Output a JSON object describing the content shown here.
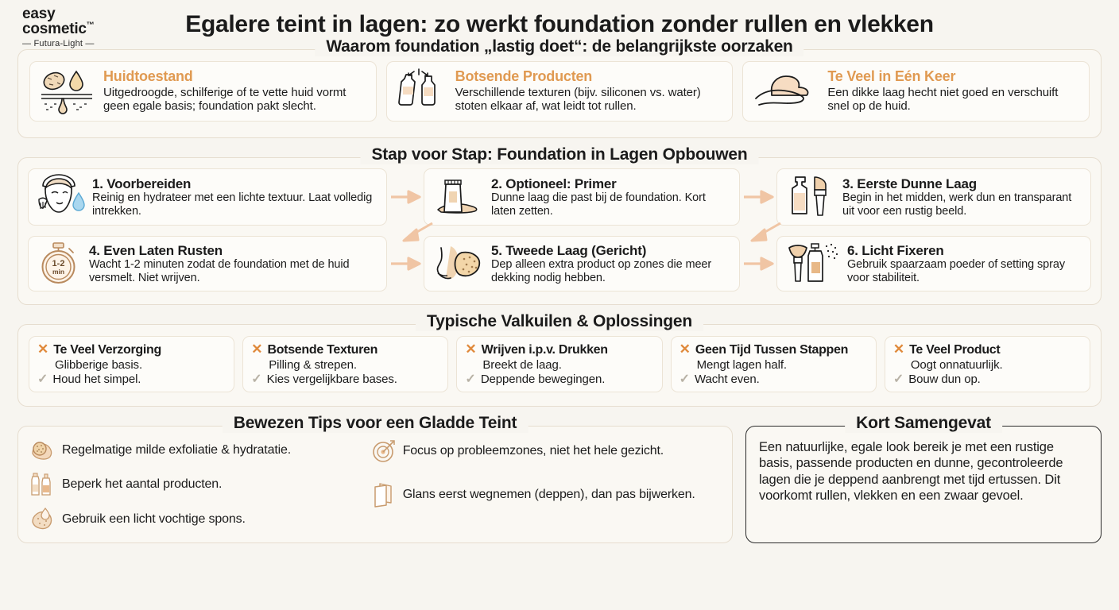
{
  "brand": {
    "line1": "easy",
    "line2": "cosmetic",
    "tm": "™",
    "tagline": "— Futura-Light —"
  },
  "title": "Egalere teint in lagen: zo werkt foundation zonder rullen en vlekken",
  "colors": {
    "background": "#f7f5f0",
    "panel": "#faf8f3",
    "card": "#fdfcf9",
    "accent_orange": "#e09a52",
    "arrow": "#f0c5a4",
    "check_gray": "#b8b2a6",
    "border": "#e6ddcf",
    "text": "#1b1b1b"
  },
  "causes": {
    "heading": "Waarom foundation „lastig doet“: de belangrijkste oorzaken",
    "items": [
      {
        "icon": "skin-condition-icon",
        "title": "Huidtoestand",
        "body": "Uitgedroogde, schilferige of te vette huid vormt geen egale basis; foundation pakt slecht."
      },
      {
        "icon": "clashing-products-icon",
        "title": "Botsende Producten",
        "body": "Verschillende texturen (bijv. siliconen vs. water) stoten elkaar af, wat leidt tot rullen."
      },
      {
        "icon": "too-much-at-once-icon",
        "title": "Te Veel in Eén Keer",
        "body": "Een dikke laag hecht niet goed en verschuift snel op de huid."
      }
    ]
  },
  "steps": {
    "heading": "Stap voor Stap: Foundation in Lagen Opbouwen",
    "items": [
      {
        "icon": "cleanse-face-icon",
        "title": "1. Voorbereiden",
        "body": "Reinig en hydrateer met een lichte textuur. Laat volledig intrekken."
      },
      {
        "icon": "primer-tube-icon",
        "title": "2. Optioneel: Primer",
        "body": "Dunne laag die past bij de foundation. Kort laten zetten."
      },
      {
        "icon": "foundation-brush-icon",
        "title": "3. Eerste Dunne Laag",
        "body": "Begin in het midden, werk dun en transparant uit voor een rustig beeld."
      },
      {
        "icon": "timer-icon",
        "iconLabelTop": "1-2",
        "iconLabelBottom": "min",
        "title": "4. Even Laten Rusten",
        "body": "Wacht 1-2 minuten zodat de foundation met de huid versmelt. Niet wrijven."
      },
      {
        "icon": "sponge-dab-icon",
        "title": "5. Tweede Laag (Gericht)",
        "body": "Dep alleen extra product op zones die meer dekking nodig hebben."
      },
      {
        "icon": "powder-setting-spray-icon",
        "title": "6. Licht Fixeren",
        "body": "Gebruik spaarzaam poeder of setting spray voor stabiliteit."
      }
    ]
  },
  "pitfalls": {
    "heading": "Typische Valkuilen & Oplossingen",
    "x_mark": "✕",
    "check_mark": "✓",
    "items": [
      {
        "title": "Te Veel Verzorging",
        "problem": "Glibberige basis.",
        "solution": "Houd het simpel."
      },
      {
        "title": "Botsende Texturen",
        "problem": "Pilling & strepen.",
        "solution": "Kies vergelijkbare bases."
      },
      {
        "title": "Wrijven i.p.v. Drukken",
        "problem": "Breekt de laag.",
        "solution": "Deppende bewegingen."
      },
      {
        "title": "Geen Tijd Tussen Stappen",
        "problem": "Mengt lagen half.",
        "solution": "Wacht even."
      },
      {
        "title": "Te Veel Product",
        "problem": "Oogt onnatuurlijk.",
        "solution": "Bouw dun op."
      }
    ]
  },
  "tips": {
    "heading": "Bewezen Tips voor een Gladde Teint",
    "column_left": [
      {
        "icon": "exfoliation-icon",
        "text": "Regelmatige milde exfoliatie & hydratatie."
      },
      {
        "icon": "bottles-icon",
        "text": "Beperk het aantal producten."
      },
      {
        "icon": "damp-sponge-icon",
        "text": "Gebruik een licht vochtige spons."
      }
    ],
    "column_right": [
      {
        "icon": "target-icon",
        "text": "Focus op probleemzones, niet het hele gezicht."
      },
      {
        "icon": "blotting-paper-icon",
        "text": "Glans eerst wegnemen (deppen), dan pas bijwerken."
      }
    ]
  },
  "summary": {
    "heading": "Kort Samengevat",
    "body": "Een natuurlijke, egale look bereik je met een rustige basis, passende producten en dunne, gecontroleerde lagen die je deppend aanbrengt met tijd ertussen. Dit voorkomt rullen, vlekken en een zwaar gevoel."
  }
}
